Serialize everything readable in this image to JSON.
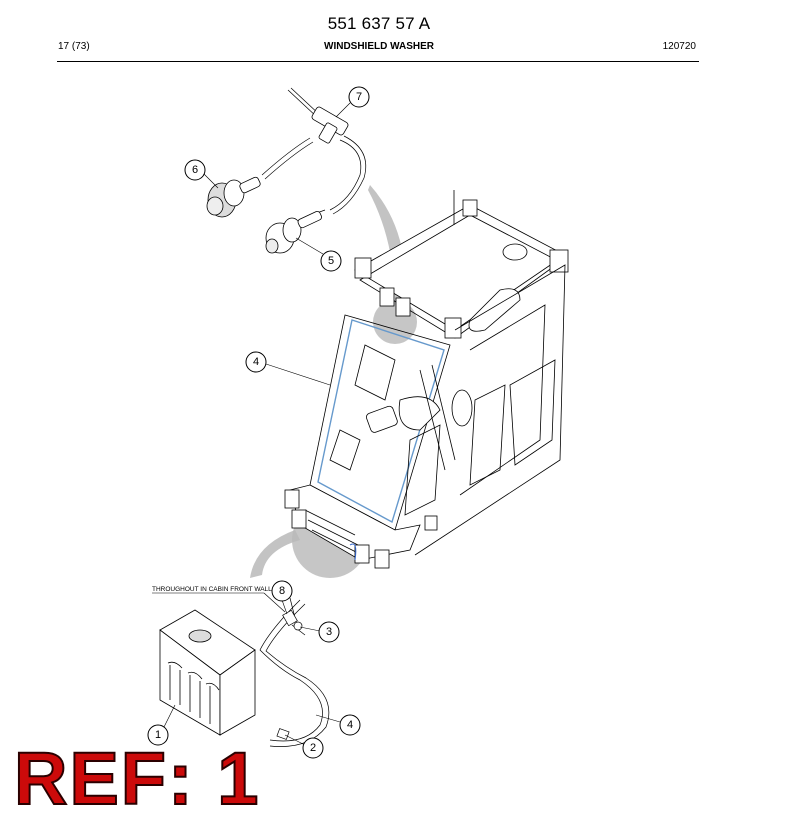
{
  "header": {
    "document_number": "551 637 57 A",
    "page_number": "17 (73)",
    "section_title": "WINDSHIELD WASHER",
    "revision_code": "120720"
  },
  "callouts": [
    {
      "label": "7"
    },
    {
      "label": "6"
    },
    {
      "label": "5"
    },
    {
      "label": "4"
    },
    {
      "label": "8"
    },
    {
      "label": "3"
    },
    {
      "label": "4"
    },
    {
      "label": "1"
    },
    {
      "label": "2"
    }
  ],
  "note": "THROUGHOUT IN CABIN FRONT WALL",
  "ref": {
    "label": "REF: 1"
  }
}
